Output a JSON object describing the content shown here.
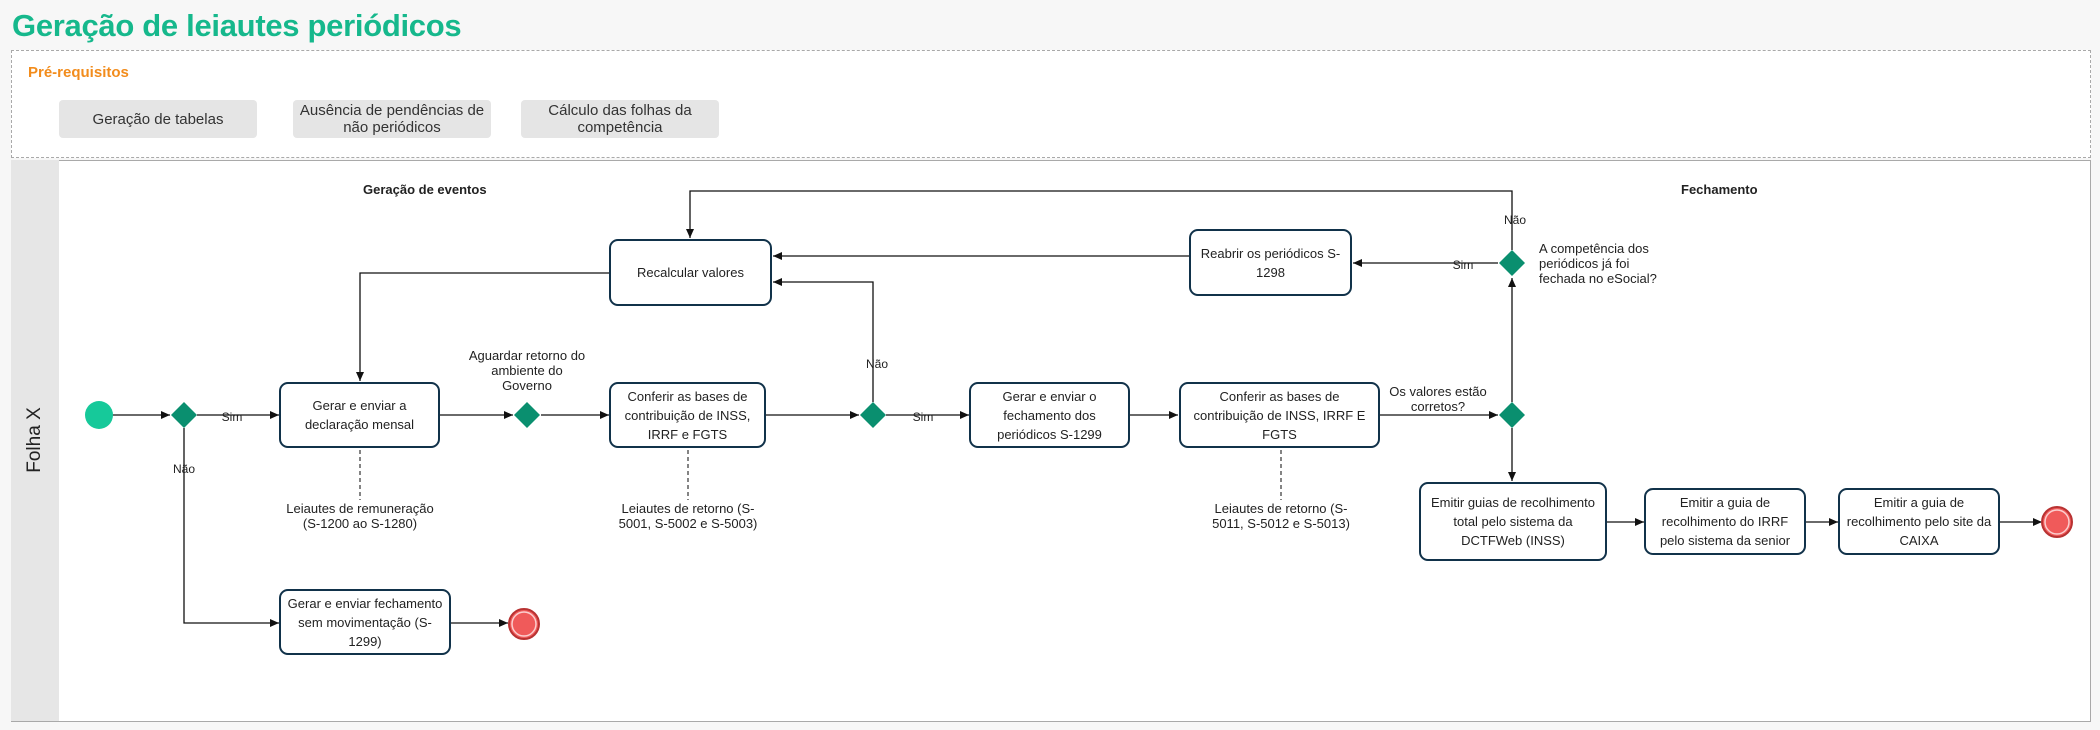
{
  "title": "Geração de leiautes periódicos",
  "prereq": {
    "title": "Pré-requisitos",
    "items": [
      "Geração de tabelas",
      "Ausência de pendências de não periódicos",
      "Cálculo das folhas da competência"
    ]
  },
  "lane": "Folha X",
  "sections": {
    "events": "Geração de eventos",
    "closing": "Fechamento"
  },
  "tasks": {
    "declaracao": "Gerar e enviar a declaração mensal",
    "sem_mov": "Gerar e enviar fechamento sem movimentação (S-1299)",
    "conferir1": "Conferir as bases de contribuição de INSS, IRRF e FGTS",
    "recalcular": "Recalcular valores",
    "fechamento": "Gerar e enviar o fechamento dos periódicos S-1299",
    "conferir2": "Conferir as bases de contribuição de INSS, IRRF E FGTS",
    "reabrir": "Reabrir os periódicos S-1298",
    "guias_inss": "Emitir guias de recolhimento total pelo sistema da DCTFWeb (INSS)",
    "guia_irrf": "Emitir a guia de recolhimento do IRRF pelo sistema da senior",
    "guia_caixa": "Emitir a guia de recolhimento pelo site da CAIXA"
  },
  "labels": {
    "aguardar": "Aguardar retorno do ambiente do Governo",
    "valores_corretos": "Os valores estão corretos?",
    "competencia": "A competência dos periódicos já foi fechada no eSocial?",
    "sim": "Sim",
    "nao": "Não"
  },
  "annotations": {
    "remuneracao": "Leiautes de remuneração (S-1200 ao S-1280)",
    "retorno1": "Leiautes de retorno (S-5001, S-5002 e S-5003)",
    "retorno2": "Leiautes de retorno (S-5011, S-5012 e S-5013)"
  },
  "colors": {
    "title": "#16b88c",
    "prereq_title": "#f28c1c",
    "start": "#16c99a",
    "end": "#f05a5a",
    "gateway": "#0a8f6f",
    "task_border": "#11324a"
  }
}
